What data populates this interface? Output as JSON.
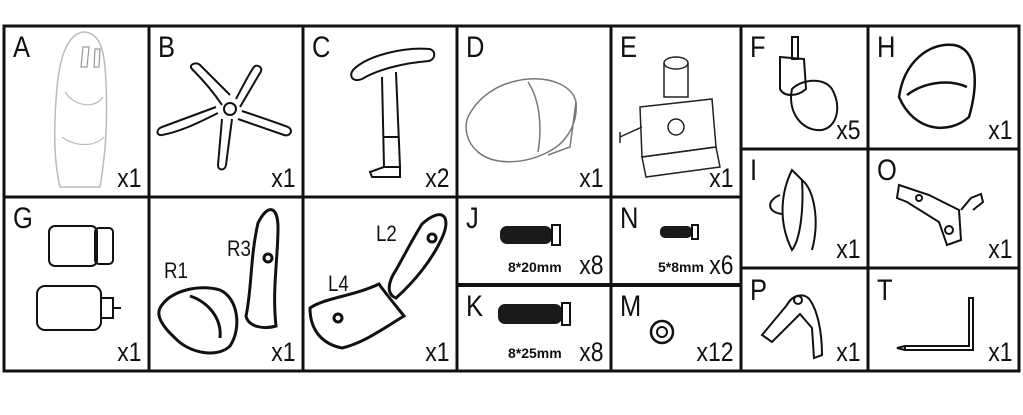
{
  "parts": {
    "A": {
      "letter": "A",
      "qty": "x1"
    },
    "B": {
      "letter": "B",
      "qty": "x1"
    },
    "C": {
      "letter": "C",
      "qty": "x2"
    },
    "D": {
      "letter": "D",
      "qty": "x1"
    },
    "E": {
      "letter": "E",
      "qty": "x1"
    },
    "F": {
      "letter": "F",
      "qty": "x5"
    },
    "H": {
      "letter": "H",
      "qty": "x1"
    },
    "G": {
      "letter": "G",
      "qty": "x1"
    },
    "R": {
      "qty": "x1",
      "r1": "R1",
      "r3": "R3"
    },
    "L": {
      "qty": "x1",
      "l2": "L2",
      "l4": "L4"
    },
    "J": {
      "letter": "J",
      "qty": "x8",
      "size": "8*20mm"
    },
    "N": {
      "letter": "N",
      "qty": "x6",
      "size": "5*8mm"
    },
    "I": {
      "letter": "I",
      "qty": "x1"
    },
    "O": {
      "letter": "O",
      "qty": "x1"
    },
    "K": {
      "letter": "K",
      "qty": "x8",
      "size": "8*25mm"
    },
    "M": {
      "letter": "M",
      "qty": "x12"
    },
    "P": {
      "letter": "P",
      "qty": "x1"
    },
    "T": {
      "letter": "T",
      "qty": "x1"
    }
  },
  "icons": {
    "A": "seat-back-icon",
    "B": "star-base-icon",
    "C": "armrest-icon",
    "D": "seat-cushion-icon",
    "E": "tilt-mechanism-icon",
    "F": "caster-wheel-icon",
    "H": "pillow-icon",
    "G": "gas-cylinder-covers-icon",
    "R": "r-brackets-icon",
    "L": "l-brackets-icon",
    "J": "bolt-20mm-icon",
    "N": "screw-5x8mm-icon",
    "I": "side-cover-icon",
    "O": "recline-lever-icon",
    "K": "bolt-25mm-icon",
    "M": "washer-icon",
    "P": "backrest-connector-icon",
    "T": "allen-key-icon"
  },
  "colors": {
    "line": "#111111",
    "fill": "#ffffff",
    "dark": "#1a1a1a"
  }
}
